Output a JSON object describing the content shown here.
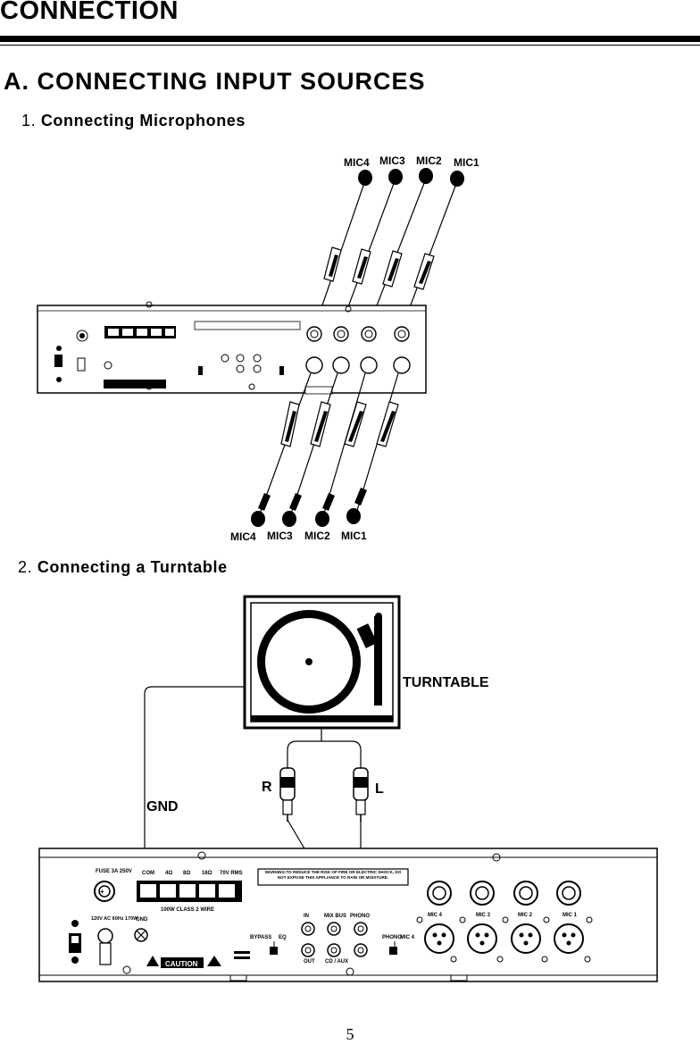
{
  "header": {
    "title": "CONNECTION"
  },
  "section": {
    "title": "A. CONNECTING INPUT SOURCES"
  },
  "subsections": [
    {
      "number": "1.",
      "title": "Connecting Microphones"
    },
    {
      "number": "2.",
      "title": "Connecting a Turntable"
    }
  ],
  "mic_labels": [
    "MIC4",
    "MIC3",
    "MIC2",
    "MIC1"
  ],
  "turntable": {
    "label": "TURNTABLE",
    "gnd_label": "GND",
    "right_label": "R",
    "left_label": "L"
  },
  "panel": {
    "fuse": "FUSE 3A 250V",
    "power": "120V AC 60Hz 170W",
    "gnd": "GND",
    "speaker_terminals": [
      "COM",
      "4Ω",
      "8Ω",
      "16Ω",
      "70V RMS"
    ],
    "wire_class": "100W CLASS 2 WIRE",
    "warning": "WARNING:TO REDUCE THE RISK OF FIRE OR ELECTRIC SHOCK, DO NOT EXPOSE THIS APPLIANCE TO RAIN OR MOISTURE.",
    "caution": "CAUTION",
    "io_labels": [
      "IN",
      "MIX BUS",
      "PHONO",
      "OUT",
      "CD / AUX"
    ],
    "bypass": "BYPASS",
    "eq": "EQ",
    "phono_switch": "PHONO",
    "mic4_switch": "MIC 4",
    "channels": [
      "MIC 4",
      "MIC 3",
      "MIC 2",
      "MIC 1"
    ]
  },
  "page": {
    "number": "5"
  }
}
